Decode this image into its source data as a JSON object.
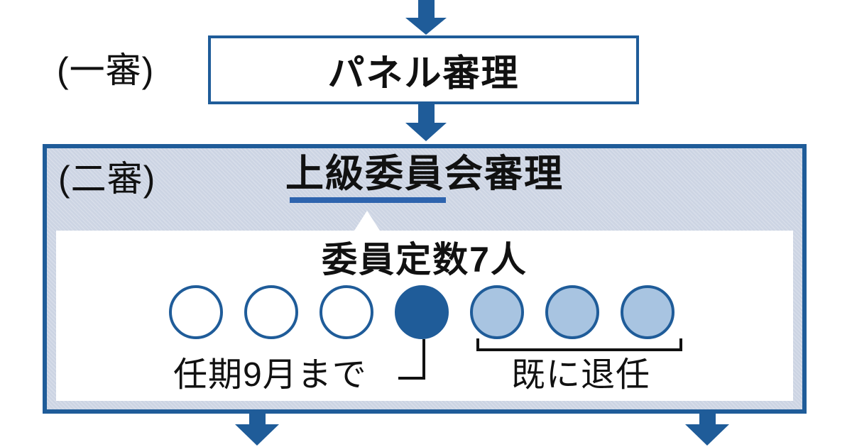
{
  "colors": {
    "accent_dark": "#1f5c99",
    "underline": "#2e64ae",
    "panel_bg": "#ccd4e3",
    "retired_fill": "#a8c4e1",
    "text": "#111111"
  },
  "stage1": {
    "label": "(一審)",
    "title": "パネル審理"
  },
  "stage2": {
    "label": "(二審)",
    "title": "上級委員会審理",
    "committee": {
      "title": "委員定数7人",
      "total_seats": 7,
      "seats": [
        "vacant",
        "vacant",
        "vacant",
        "serving",
        "retired",
        "retired",
        "retired"
      ],
      "serving_note": "任期9月まで",
      "retired_note": "既に退任"
    }
  }
}
